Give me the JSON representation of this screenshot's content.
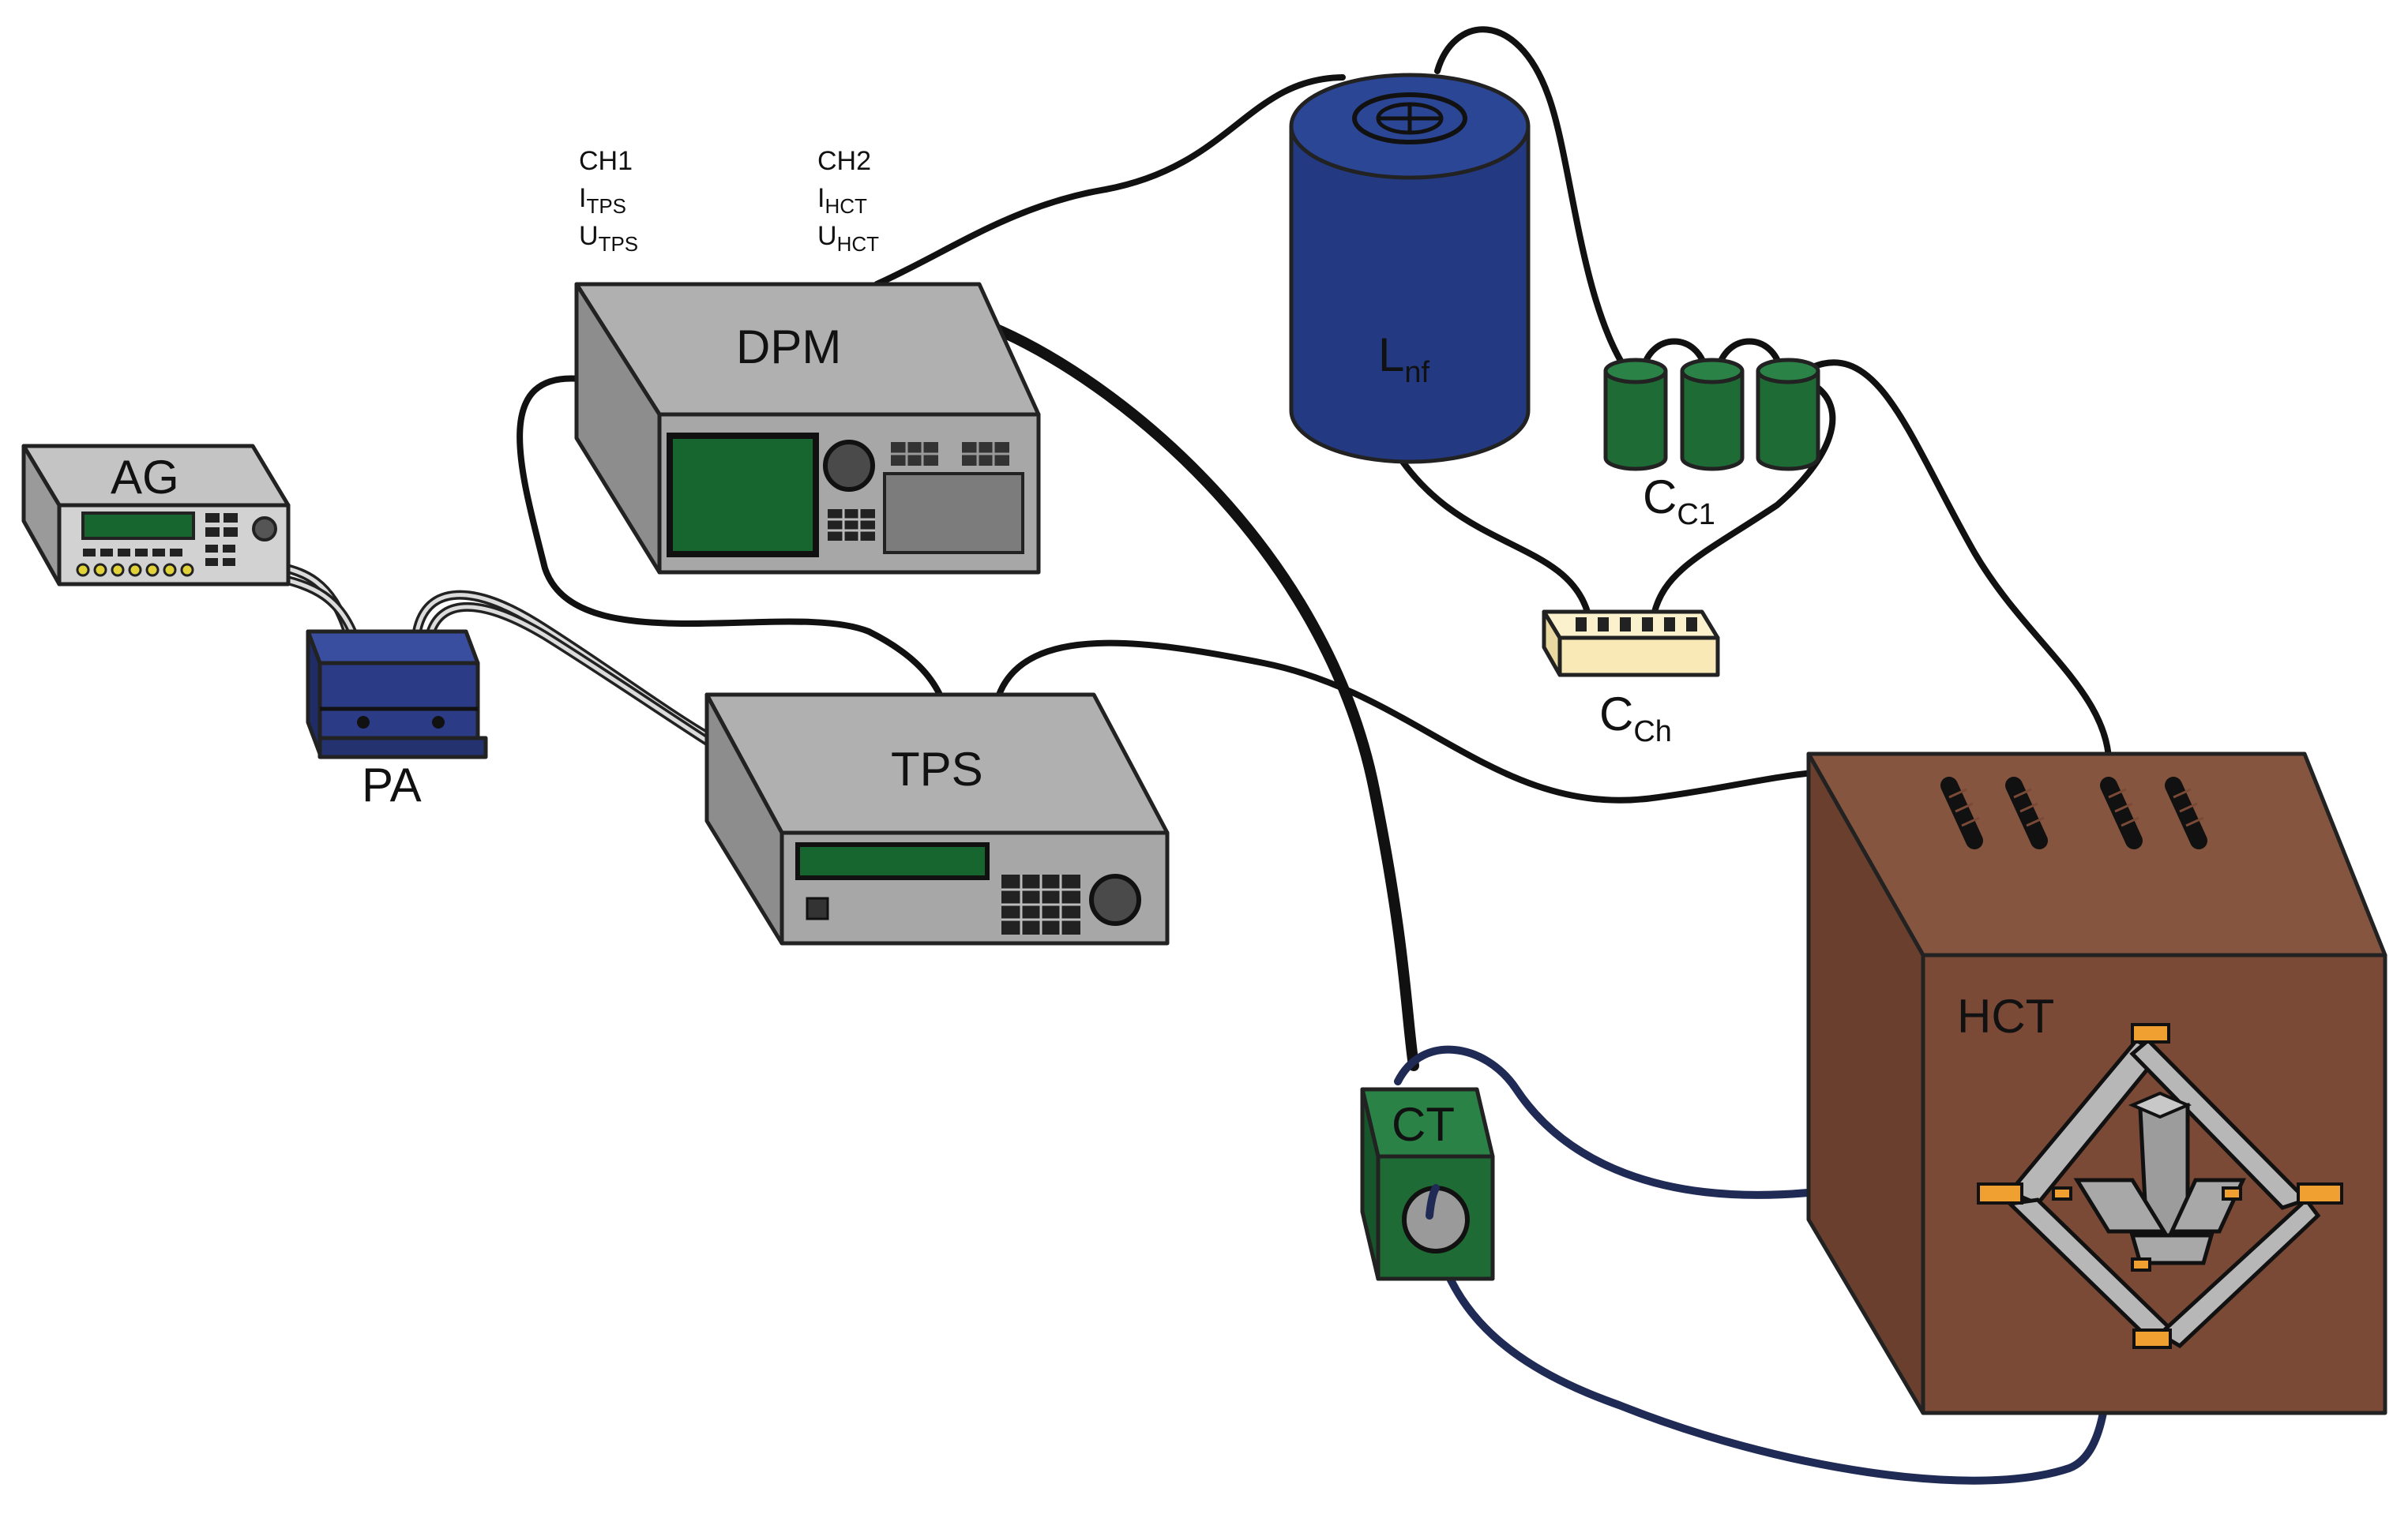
{
  "devices": {
    "ag": {
      "label": "AG"
    },
    "pa": {
      "label": "PA"
    },
    "dpm": {
      "label": "DPM"
    },
    "tps": {
      "label": "TPS"
    },
    "ct": {
      "label": "CT"
    },
    "hct": {
      "label": "HCT"
    },
    "lnf": {
      "label_main": "L",
      "label_sub": "nf"
    },
    "cc1": {
      "label_main": "C",
      "label_sub": "C1"
    },
    "cch": {
      "label_main": "C",
      "label_sub": "Ch"
    }
  },
  "channels": {
    "ch1": {
      "title": "CH1",
      "i_main": "I",
      "i_sub": "TPS",
      "u_main": "U",
      "u_sub": "TPS"
    },
    "ch2": {
      "title": "CH2",
      "i_main": "I",
      "i_sub": "HCT",
      "u_main": "U",
      "u_sub": "HCT"
    }
  },
  "colors": {
    "device_gray": "#a9a9a9",
    "device_gray_dark": "#7c7c7c",
    "screen_green": "#17652f",
    "inductor_blue": "#233a82",
    "capacitor_green": "#1f6b36",
    "pa_blue": "#2b3b86",
    "hct_brown": "#7a4a36",
    "cch_yellow": "#f8e9b6",
    "terminal_orange": "#f0a030"
  }
}
